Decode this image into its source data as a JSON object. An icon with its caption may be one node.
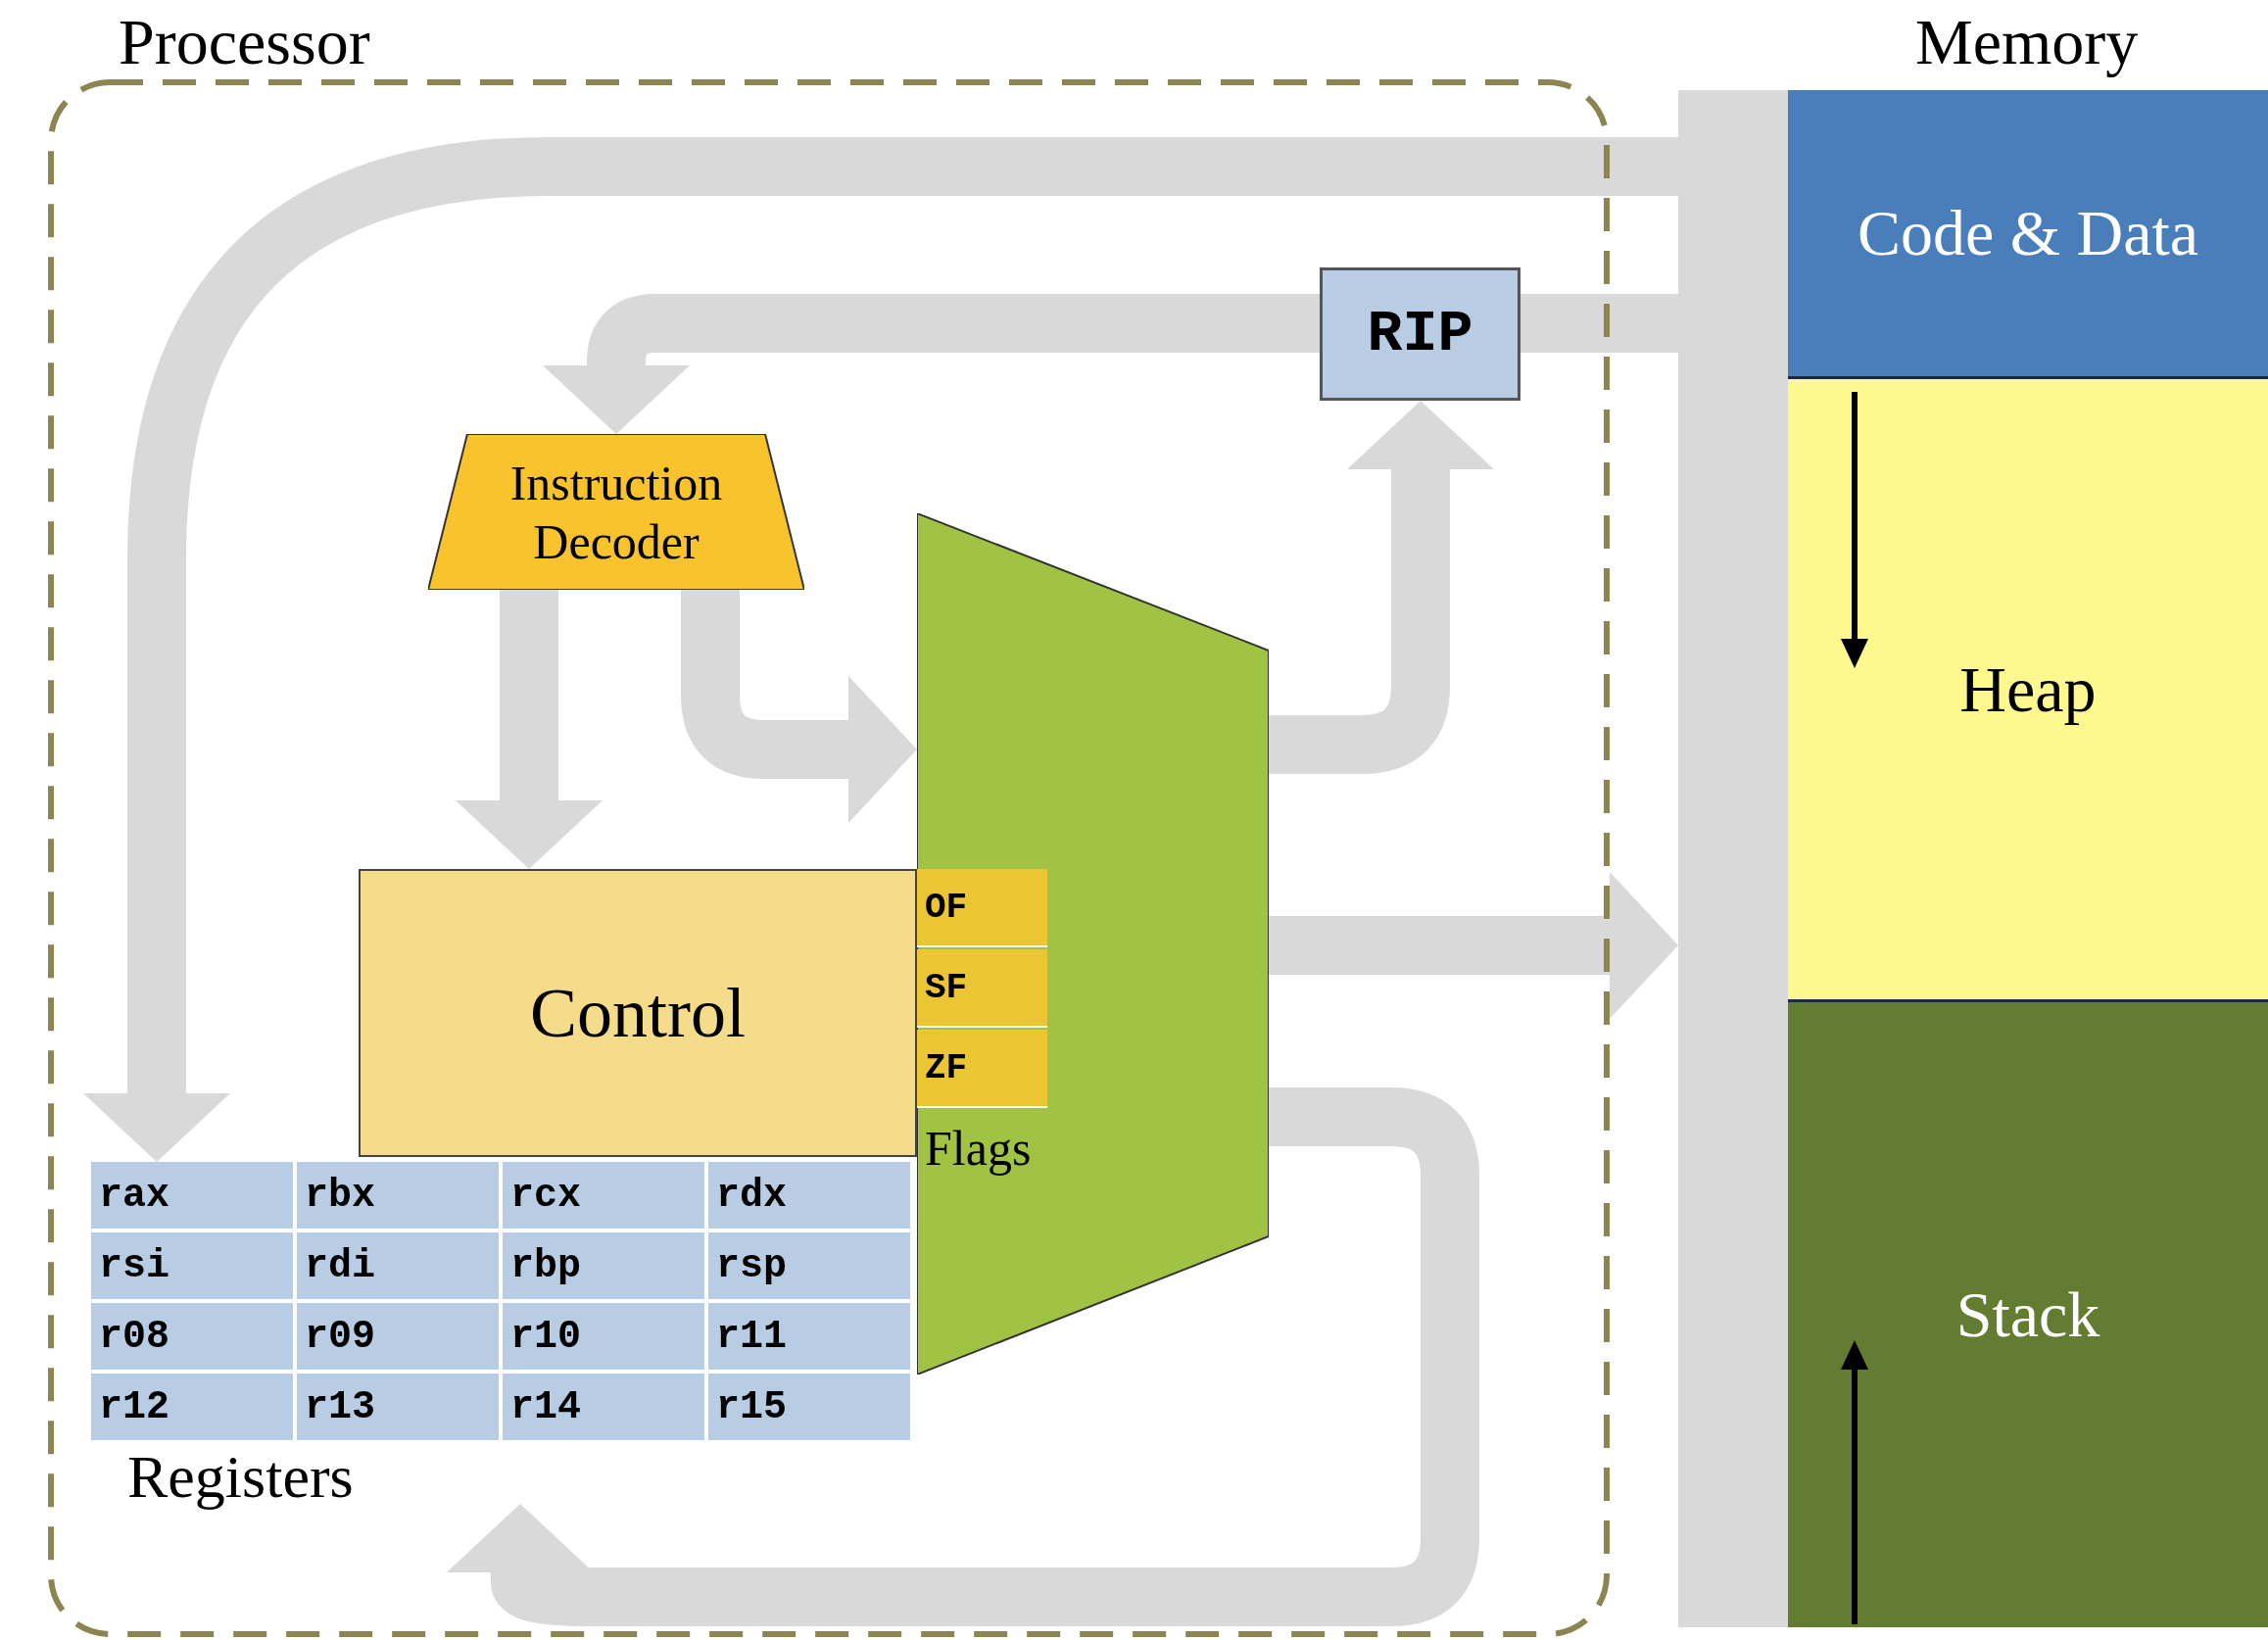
{
  "diagram": {
    "nodes": [
      {
        "text": [
          "Processor"
        ]
      },
      {
        "text": [
          "RIP"
        ],
        "in": 0
      },
      {
        "text": [
          "Instruction Decoder"
        ],
        "in": 0
      },
      {
        "text": [],
        "shape": "trapezoid",
        "in": 0
      },
      {
        "text": [
          "Control"
        ],
        "in": 0
      },
      {
        "text": [
          "Flags"
        ],
        "in": 3
      },
      {
        "text": [
          "OF"
        ],
        "in": 5
      },
      {
        "text": [
          "SF"
        ],
        "in": 5
      },
      {
        "text": [
          "ZF"
        ],
        "in": 5
      },
      {
        "text": [
          "Registers"
        ],
        "in": 0
      },
      {
        "text": [
          "rax"
        ],
        "in": 9
      },
      {
        "text": [
          "rbx"
        ],
        "in": 9
      },
      {
        "text": [
          "rcx"
        ],
        "in": 9
      },
      {
        "text": [
          "rdx"
        ],
        "in": 9
      },
      {
        "text": [
          "rsi"
        ],
        "in": 9
      },
      {
        "text": [
          "rdi"
        ],
        "in": 9
      },
      {
        "text": [
          "rbp"
        ],
        "in": 9
      },
      {
        "text": [
          "rsp"
        ],
        "in": 9
      },
      {
        "text": [
          "r08"
        ],
        "in": 9
      },
      {
        "text": [
          "r09"
        ],
        "in": 9
      },
      {
        "text": [
          "r10"
        ],
        "in": 9
      },
      {
        "text": [
          "r11"
        ],
        "in": 9
      },
      {
        "text": [
          "r12"
        ],
        "in": 9
      },
      {
        "text": [
          "r13"
        ],
        "in": 9
      },
      {
        "text": [
          "r14"
        ],
        "in": 9
      },
      {
        "text": [
          "r15"
        ],
        "in": 9
      },
      {
        "text": [],
        "shape": "bar"
      },
      {
        "text": [
          "Memory"
        ]
      },
      {
        "text": [
          "Code & Data"
        ],
        "in": 27
      },
      {
        "text": [
          "Heap"
        ],
        "in": 27
      },
      {
        "text": [
          "Stack"
        ],
        "in": 27
      }
    ],
    "edges": [
      {
        "from": 26,
        "to": 9,
        "arrow": "to"
      },
      {
        "from": 1,
        "to": 26,
        "arrow": "none"
      },
      {
        "from": 1,
        "to": 2,
        "arrow": "to"
      },
      {
        "from": 2,
        "to": 4,
        "arrow": "to"
      },
      {
        "from": 2,
        "to": 3,
        "arrow": "to"
      },
      {
        "from": 3,
        "to": 1,
        "arrow": "to"
      },
      {
        "from": 3,
        "to": 26,
        "arrow": "to"
      },
      {
        "from": 3,
        "to": 9,
        "arrow": "to"
      }
    ]
  }
}
